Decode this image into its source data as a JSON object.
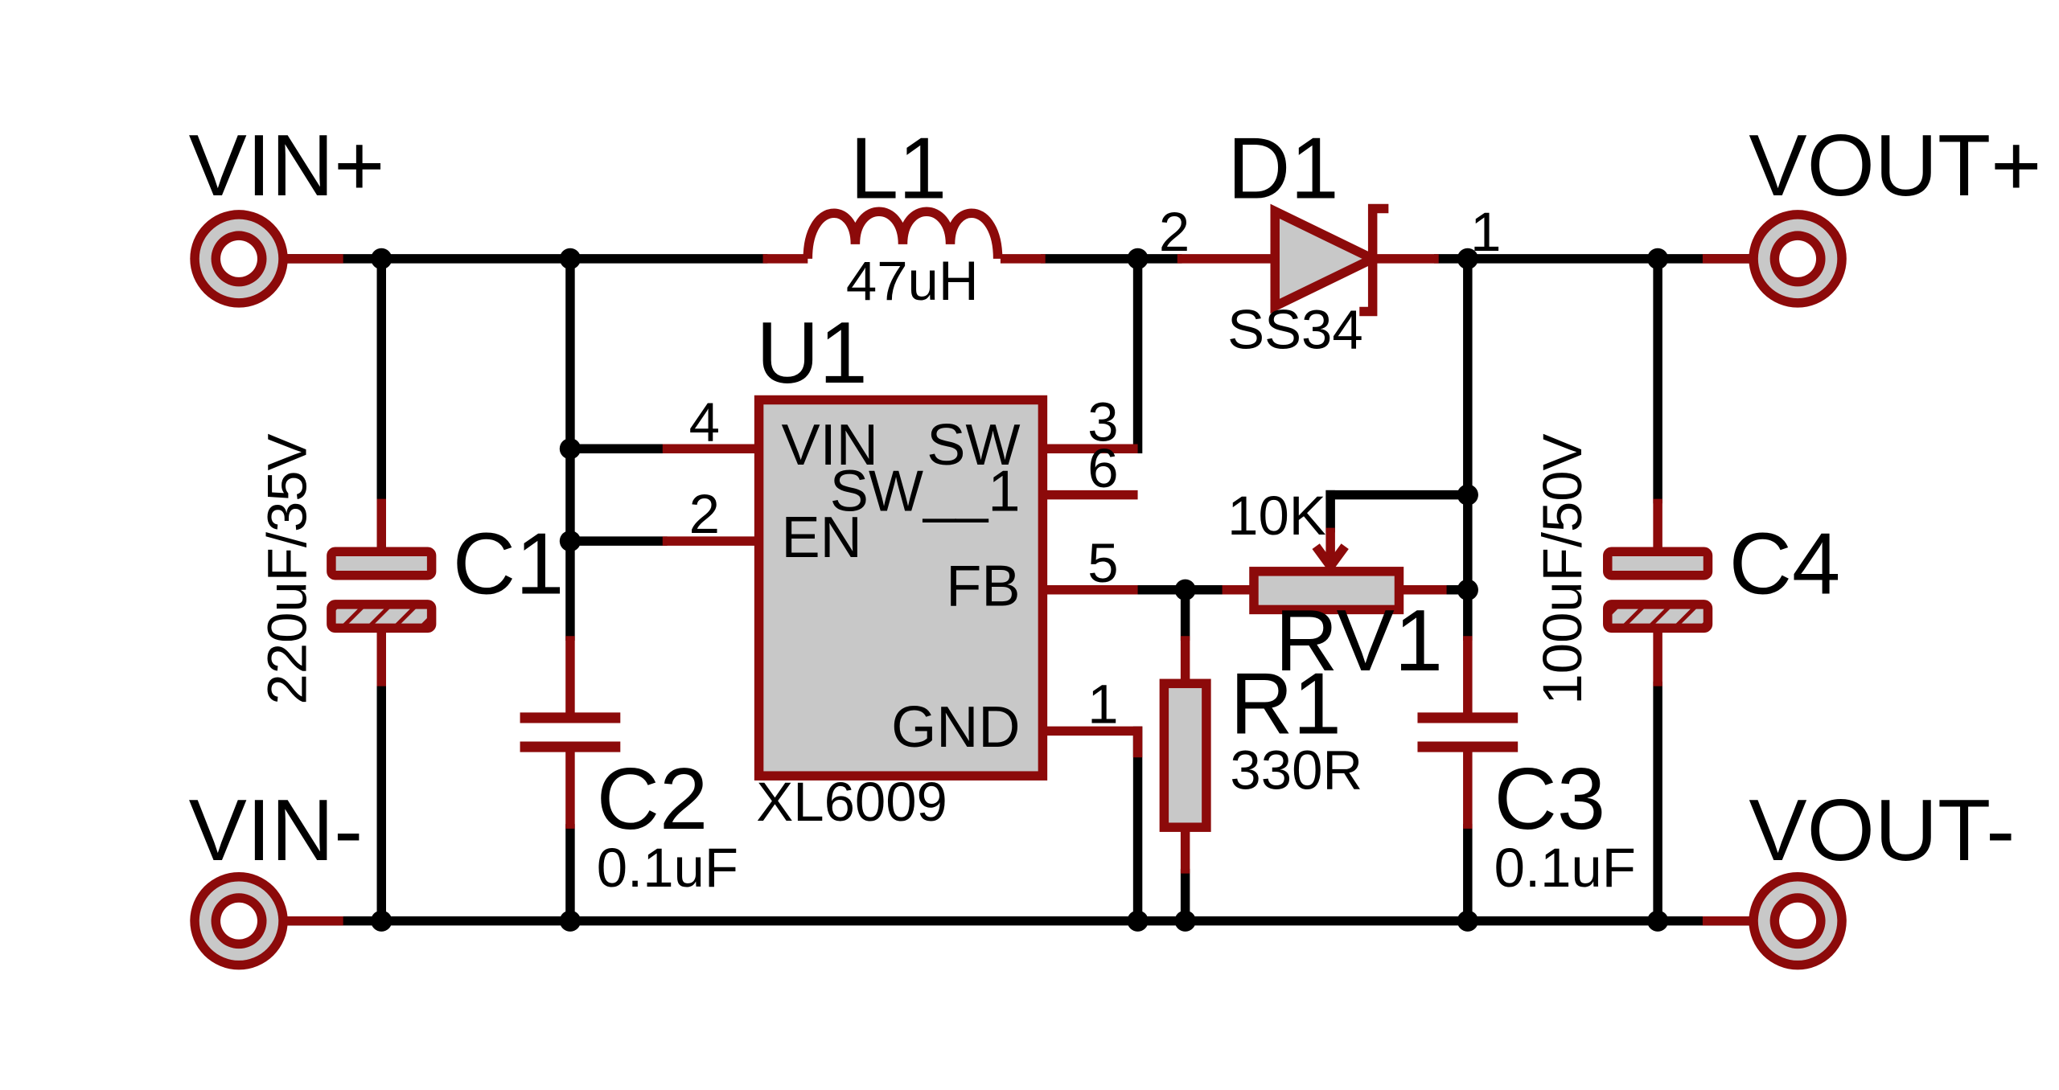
{
  "terminals": {
    "vin_pos": "VIN+",
    "vin_neg": "VIN-",
    "vout_pos": "VOUT+",
    "vout_neg": "VOUT-"
  },
  "components": {
    "l1": {
      "ref": "L1",
      "value": "47uH"
    },
    "d1": {
      "ref": "D1",
      "value": "SS34",
      "pin_anode": "2",
      "pin_cathode": "1"
    },
    "u1": {
      "ref": "U1",
      "part": "XL6009",
      "pins": {
        "vin": {
          "name": "VIN",
          "num": "4"
        },
        "en": {
          "name": "EN",
          "num": "2"
        },
        "sw": {
          "name": "SW",
          "num": "3"
        },
        "sw1": {
          "name": "SW__1",
          "num": "6"
        },
        "fb": {
          "name": "FB",
          "num": "5"
        },
        "gnd": {
          "name": "GND",
          "num": "1"
        }
      }
    },
    "c1": {
      "ref": "C1",
      "value": "220uF/35V"
    },
    "c2": {
      "ref": "C2",
      "value": "0.1uF"
    },
    "c3": {
      "ref": "C3",
      "value": "0.1uF"
    },
    "c4": {
      "ref": "C4",
      "value": "100uF/50V"
    },
    "r1": {
      "ref": "R1",
      "value": "330R"
    },
    "rv1": {
      "ref": "RV1",
      "value": "10K"
    }
  },
  "colors": {
    "wire": "#000000",
    "component_outline": "#8c0a0a",
    "component_fill": "#c8c8c8"
  }
}
